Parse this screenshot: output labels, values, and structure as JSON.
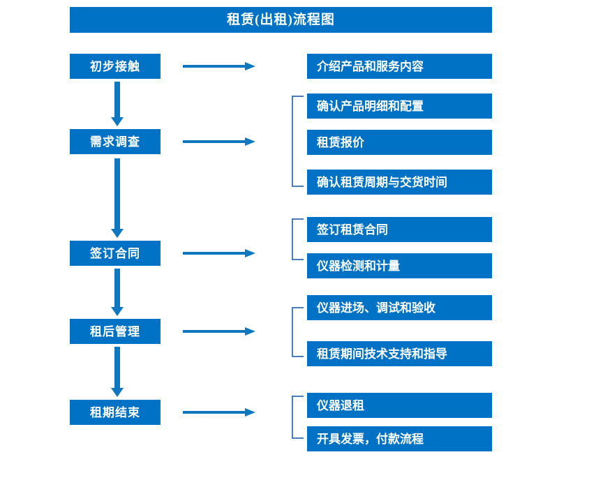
{
  "title": {
    "text": "租赁(出租)流程图"
  },
  "colors": {
    "box_blue": "#0072C6",
    "arrow_blue": "#0F76C0",
    "bracket_blue": "#4A7EBB",
    "text_white": "#FFFFFF",
    "background": "#FFFFFF"
  },
  "stages": [
    {
      "label": "初步接触"
    },
    {
      "label": "需求调查"
    },
    {
      "label": "签订合同"
    },
    {
      "label": "租后管理"
    },
    {
      "label": "租期结束"
    }
  ],
  "details": [
    {
      "label": "介绍产品和服务内容"
    },
    {
      "label": "确认产品明细和配置"
    },
    {
      "label": "租赁报价"
    },
    {
      "label": "确认租赁周期与交货时间"
    },
    {
      "label": "签订租赁合同"
    },
    {
      "label": "仪器检测和计量"
    },
    {
      "label": "仪器进场、调试和验收"
    },
    {
      "label": "租赁期间技术支持和指导"
    },
    {
      "label": "仪器退租"
    },
    {
      "label": "开具发票，付款流程"
    }
  ],
  "groups": [
    {
      "stage": "需求调查",
      "details": [
        "确认产品明细和配置",
        "租赁报价",
        "确认租赁周期与交货时间"
      ]
    },
    {
      "stage": "签订合同",
      "details": [
        "签订租赁合同",
        "仪器检测和计量"
      ]
    },
    {
      "stage": "租后管理",
      "details": [
        "仪器进场、调试和验收",
        "租赁期间技术支持和指导"
      ]
    },
    {
      "stage": "租期结束",
      "details": [
        "仪器退租",
        "开具发票，付款流程"
      ]
    }
  ]
}
